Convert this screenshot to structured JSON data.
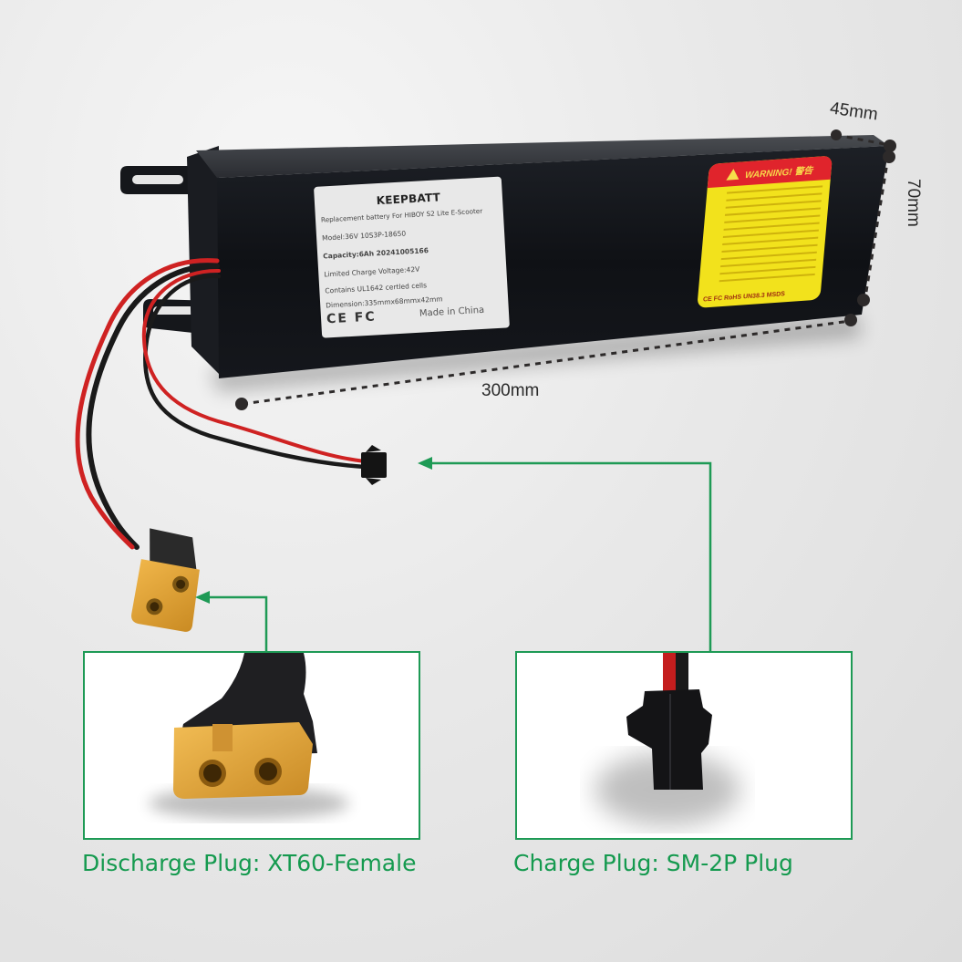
{
  "product": {
    "type": "e-scooter replacement battery pack",
    "label": {
      "brand": "KEEPBATT",
      "lines": [
        "Replacement battery For HIBOY S2 Lite E-Scooter",
        "Model:36V 10S3P-18650",
        "Capacity:6Ah   20241005166",
        "Limited Charge Voltage:42V",
        "Contains UL1642 certled cells",
        "Dimension:335mmx68mmx42mm"
      ],
      "certs": "CE FC",
      "made_in": "Made in China"
    },
    "warning_sticker": {
      "title": "WARNING! 警告",
      "footer": "CE FC RoHS UN38.3 MSDS"
    }
  },
  "dimensions": {
    "width": "45mm",
    "height": "70mm",
    "length": "300mm"
  },
  "callouts": [
    {
      "id": "discharge",
      "caption": "Discharge Plug: XT60-Female"
    },
    {
      "id": "charge",
      "caption": "Charge Plug: SM-2P Plug"
    }
  ],
  "colors": {
    "accent_green": "#1e9a55",
    "battery_black": "#121418",
    "xt60_yellow": "#d9a23a",
    "warning_red": "#e0242c",
    "warning_yellow": "#f2e21c",
    "wire_red": "#d42020"
  }
}
